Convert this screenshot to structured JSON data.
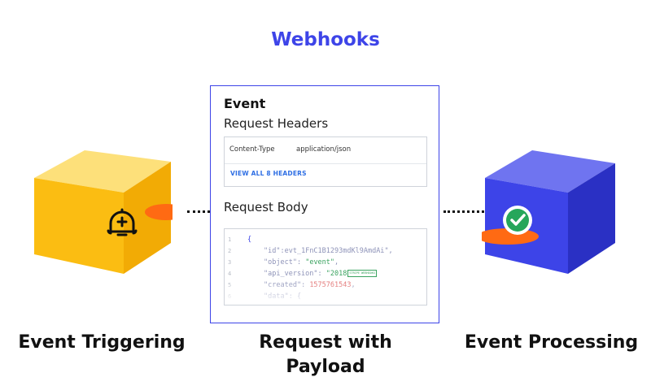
{
  "title": "Webhooks",
  "captions": {
    "left": "Event Triggering",
    "middle": "Request with Payload",
    "right": "Event Processing"
  },
  "colors": {
    "accent": "#3d44e8",
    "yellow_cube": "#fbbd12",
    "blue_cube": "#3d44e8",
    "orange": "#ff6a13",
    "check_green": "#26a65b"
  },
  "icons": {
    "left": "bell-plus-icon",
    "right": "check-circle-icon"
  },
  "panel": {
    "title": "Event",
    "headers_label": "Request Headers",
    "headers": [
      {
        "key": "Content-Type",
        "value": "application/json"
      }
    ],
    "view_all_link": "VIEW ALL 8 HEADERS",
    "body_label": "Request Body",
    "code_lines": [
      {
        "num": "1",
        "text": "{"
      },
      {
        "num": "2",
        "key": "\"id\"",
        "sep": ":",
        "str": "evt_1FnC1B1293mdKl9AmdAi",
        "end": "\","
      },
      {
        "num": "3",
        "key": "\"object\"",
        "sep": ": ",
        "str": "\"event\"",
        "end": ","
      },
      {
        "num": "4",
        "key": "\"api_version\"",
        "sep": ": ",
        "str": "\"2018",
        "tag": "STRIPE WEBHOOKS"
      },
      {
        "num": "5",
        "key": "\"created\"",
        "sep": ": ",
        "numval": "1575761543",
        "end": ","
      },
      {
        "num": "6",
        "key": "\"data\"",
        "sep": ": {"
      }
    ]
  }
}
